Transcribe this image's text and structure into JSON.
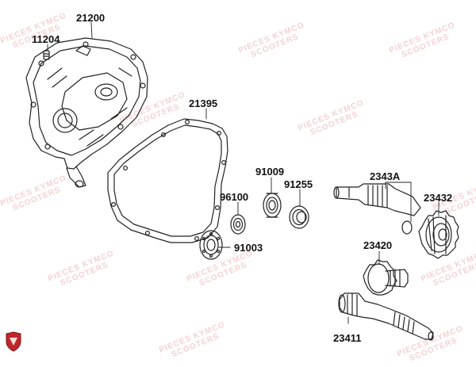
{
  "diagram": {
    "watermark": {
      "line1": "PIECES KYMCO",
      "line2": "SCOOTERS"
    },
    "parts": [
      {
        "id": "p21200",
        "label": "21200"
      },
      {
        "id": "p11204",
        "label": "11204"
      },
      {
        "id": "p21395",
        "label": "21395"
      },
      {
        "id": "p91009",
        "label": "91009"
      },
      {
        "id": "p96100",
        "label": "96100"
      },
      {
        "id": "p91255",
        "label": "91255"
      },
      {
        "id": "p91003",
        "label": "91003"
      },
      {
        "id": "p2343A",
        "label": "2343A"
      },
      {
        "id": "p23432",
        "label": "23432"
      },
      {
        "id": "p23420",
        "label": "23420"
      },
      {
        "id": "p23411",
        "label": "23411"
      }
    ]
  },
  "colors": {
    "line": "#222222",
    "watermark": "#f3c9c9",
    "logo": "#c0272d"
  },
  "icons": {
    "logo": "kymco-shield-logo"
  }
}
